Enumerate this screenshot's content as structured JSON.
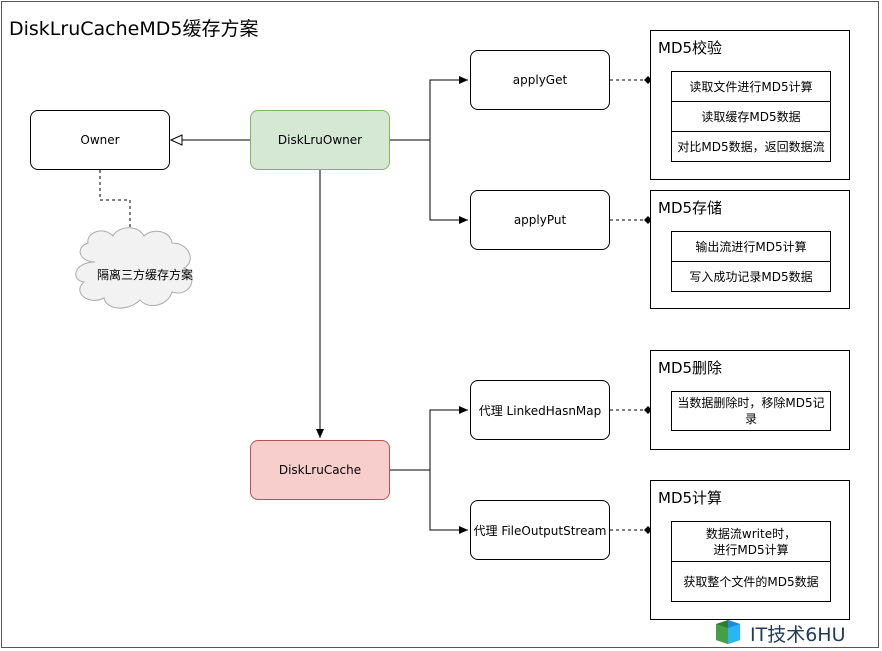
{
  "title": "DiskLruCacheMD5缓存方案",
  "nodes": {
    "owner": "Owner",
    "disk_lru_owner": "DiskLruOwner",
    "disk_lru_cache": "DiskLruCache",
    "apply_get": "applyGet",
    "apply_put": "applyPut",
    "proxy_map": "代理 LinkedHasnMap",
    "proxy_stream": "代理 FileOutputStream"
  },
  "cloud": "隔离三方缓存方案",
  "groups": {
    "md5_verify": {
      "title": "MD5校验",
      "items": [
        "读取文件进行MD5计算",
        "读取缓存MD5数据",
        "对比MD5数据，返回数据流"
      ]
    },
    "md5_store": {
      "title": "MD5存储",
      "items": [
        "输出流进行MD5计算",
        "写入成功记录MD5数据"
      ]
    },
    "md5_delete": {
      "title": "MD5删除",
      "items": [
        "当数据删除时，移除MD5记录"
      ]
    },
    "md5_compute": {
      "title": "MD5计算",
      "items": [
        "数据流write时，\n进行MD5计算",
        "获取整个文件的MD5数据"
      ]
    }
  },
  "colors": {
    "disk_lru_owner_fill": "#d5e8d4",
    "disk_lru_cache_fill": "#f8cecc"
  },
  "watermark": "IT技术6HU"
}
